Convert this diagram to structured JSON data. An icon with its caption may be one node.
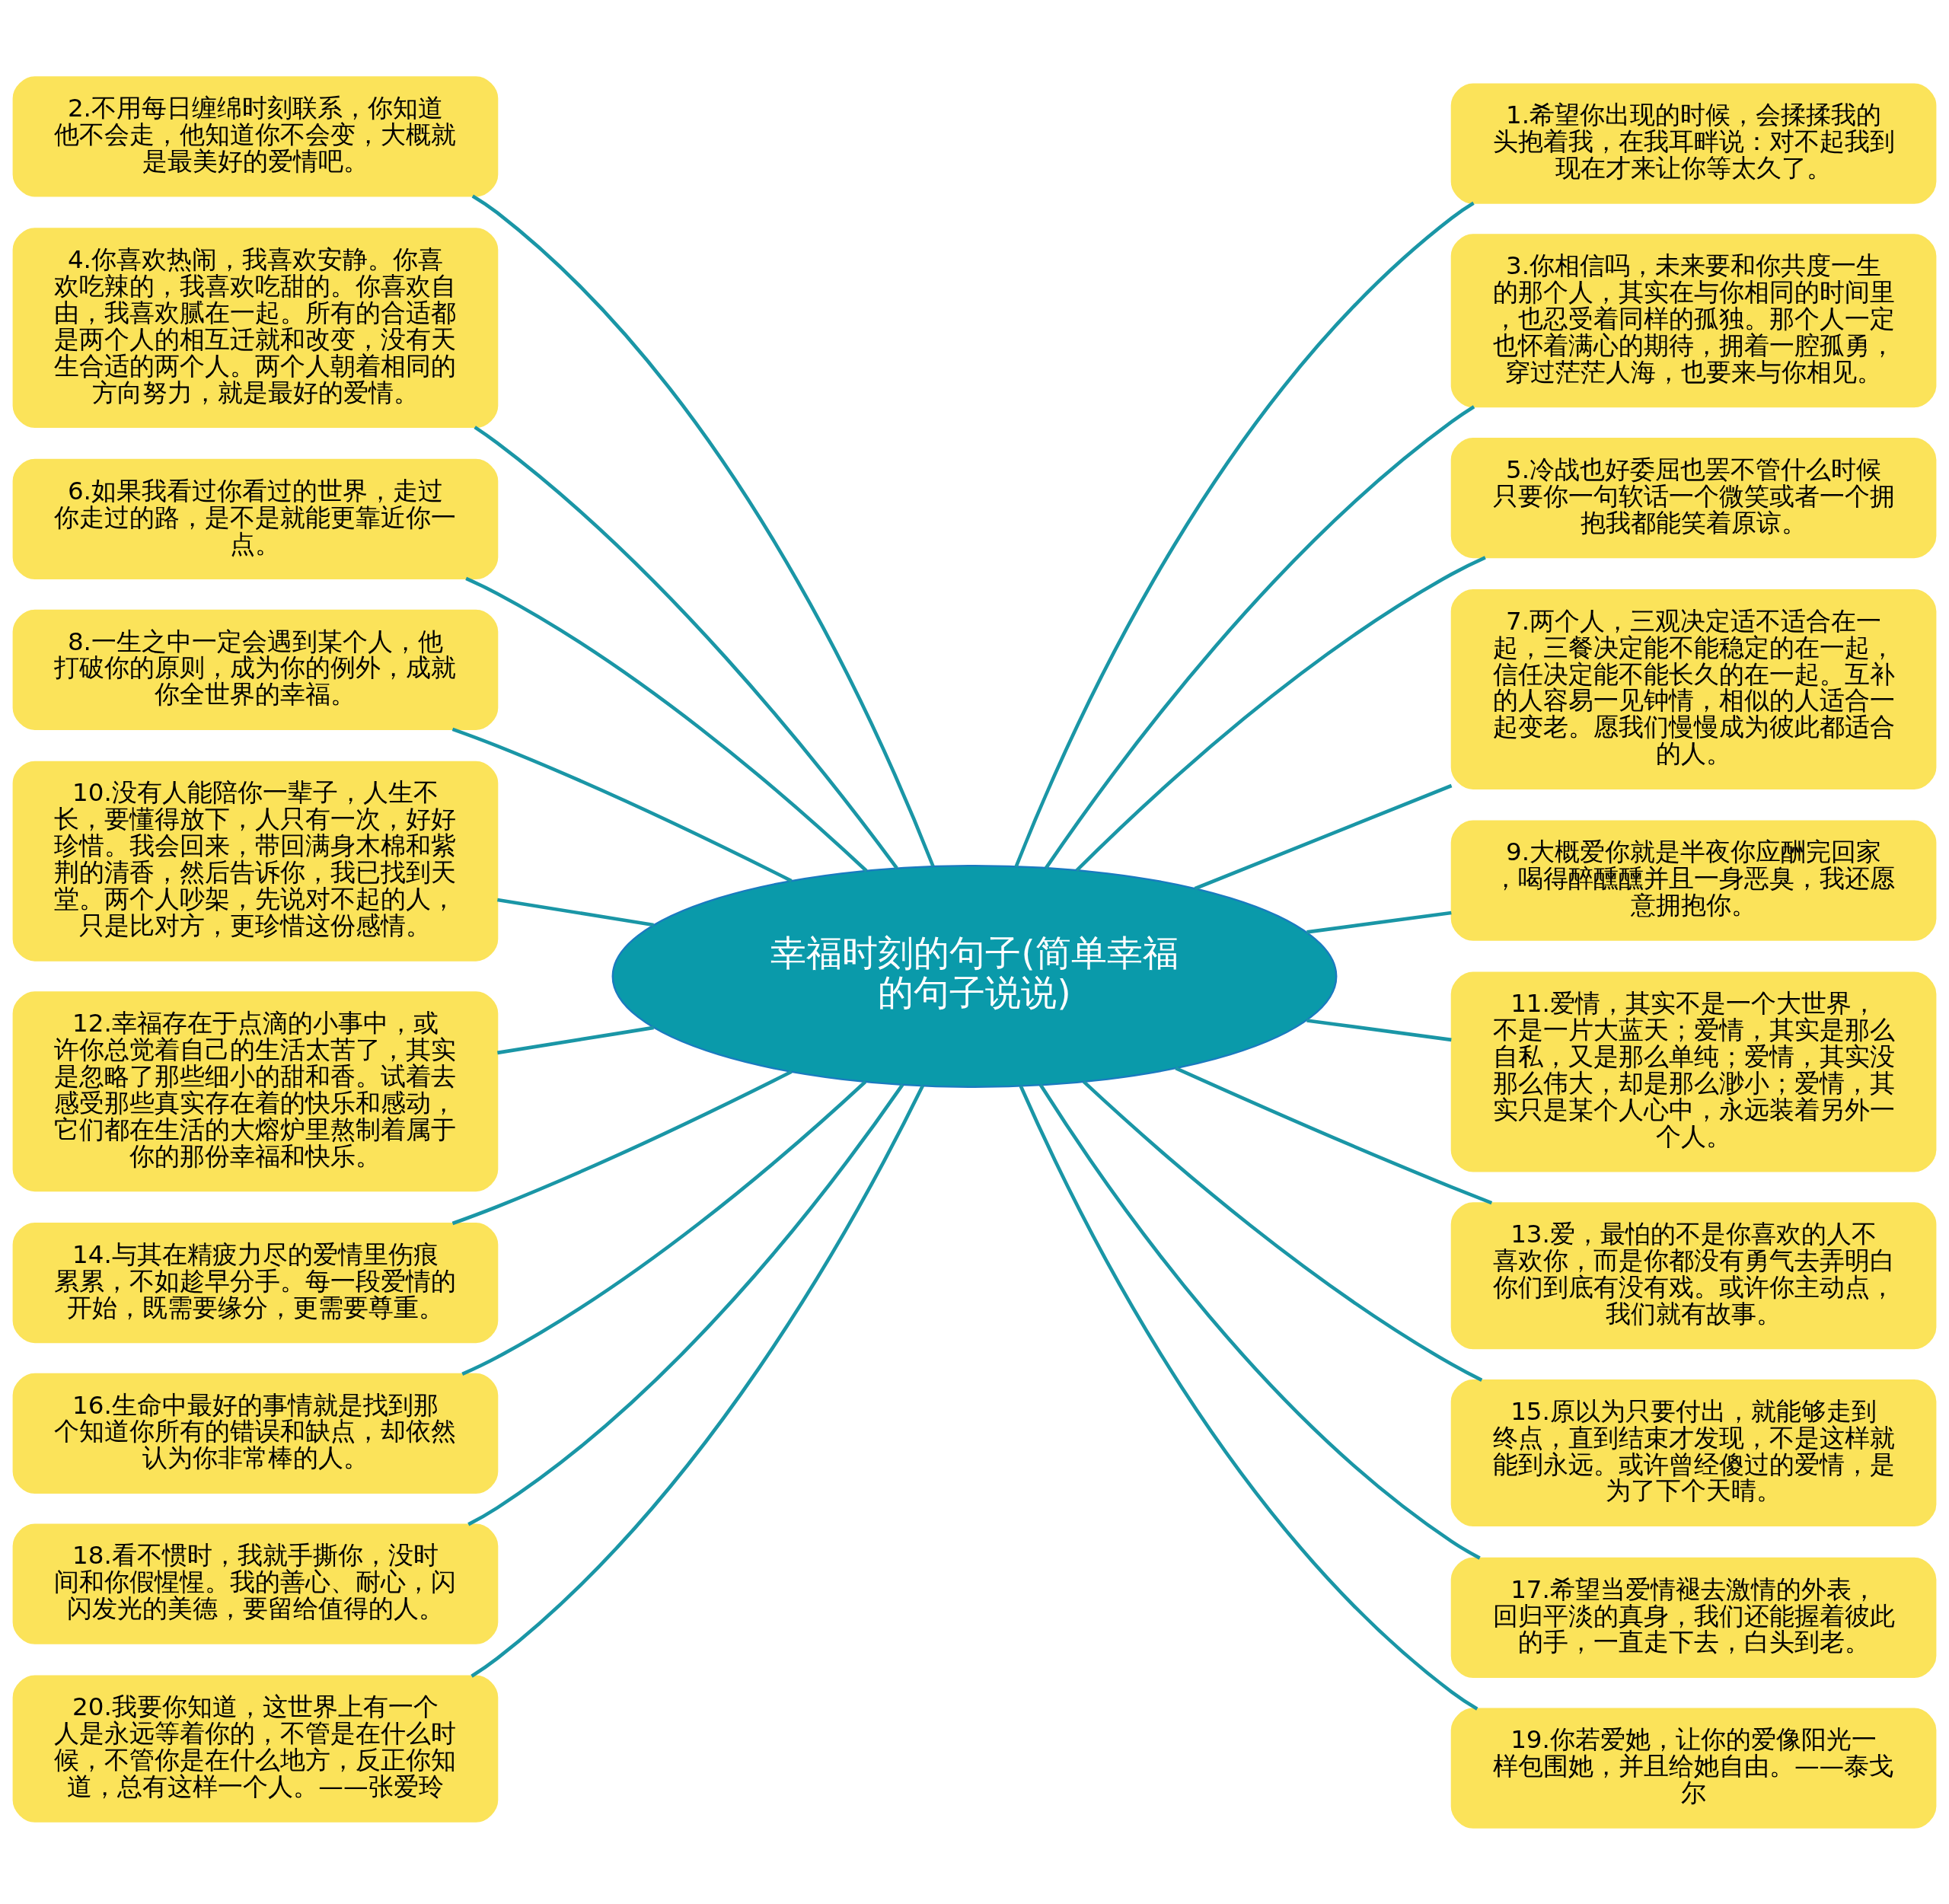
{
  "diagram": {
    "nodes": [
      {
        "text": [
          "幸福时刻的句子(简单幸福的句子说说)"
        ]
      },
      {
        "text": [
          "1.希望你出现的时候，会揉揉我的头抱着我，在我耳畔说：对不起我到现在才来让你等太久了。"
        ]
      },
      {
        "text": [
          "2.不用每日缠绵时刻联系，你知道他不会走，他知道你不会变，大概就是最美好的爱情吧。"
        ]
      },
      {
        "text": [
          "3.你相信吗，未来要和你共度一生的那个人，其实在与你相同的时间里，也忍受着同样的孤独。那个人一定也怀着满心的期待，拥着一腔孤勇，穿过茫茫人海，也要来与你相见。"
        ]
      },
      {
        "text": [
          "4.你喜欢热闹，我喜欢安静。你喜欢吃辣的，我喜欢吃甜的。你喜欢自由，我喜欢腻在一起。所有的合适都是两个人的相互迁就和改变，没有天生合适的两个人。两个人朝着相同的方向努力，就是最好的爱情。"
        ]
      },
      {
        "text": [
          "5.冷战也好委屈也罢不管什么时候只要你一句软话一个微笑或者一个拥抱我都能笑着原谅。"
        ]
      },
      {
        "text": [
          "6.如果我看过你看过的世界，走过你走过的路，是不是就能更靠近你一点。"
        ]
      },
      {
        "text": [
          "7.两个人，三观决定适不适合在一起，三餐决定能不能稳定的在一起，信任决定能不能长久的在一起。互补的人容易一见钟情，相似的人适合一起变老。愿我们慢慢成为彼此都适合的人。"
        ]
      },
      {
        "text": [
          "8.一生之中一定会遇到某个人，他打破你的原则，成为你的例外，成就你全世界的幸福。"
        ]
      },
      {
        "text": [
          "9.大概爱你就是半夜你应酬完回家，喝得醉醺醺并且一身恶臭，我还愿意拥抱你。"
        ]
      },
      {
        "text": [
          "10.没有人能陪你一辈子，人生不长，要懂得放下，人只有一次，好好珍惜。我会回来，带回满身木棉和紫荆的清香，然后告诉你，我已找到天堂。两个人吵架，先说对不起的人，只是比对方，更珍惜这份感情。"
        ]
      },
      {
        "text": [
          "11.爱情，其实不是一个大世界，不是一片大蓝天；爱情，其实是那么自私，又是那么单纯；爱情，其实没那么伟大，却是那么渺小；爱情，其实只是某个人心中，永远装着另外一个人。"
        ]
      },
      {
        "text": [
          "12.幸福存在于点滴的小事中，或许你总觉着自己的生活太苦了，其实是忽略了那些细小的甜和香。试着去感受那些真实存在着的快乐和感动，它们都在生活的大熔炉里熬制着属于你的那份幸福和快乐。"
        ]
      },
      {
        "text": [
          "13.爱，最怕的不是你喜欢的人不喜欢你，而是你都没有勇气去弄明白你们到底有没有戏。或许你主动点，我们就有故事。"
        ]
      },
      {
        "text": [
          "14.与其在精疲力尽的爱情里伤痕累累，不如趁早分手。每一段爱情的开始，既需要缘分，更需要尊重。"
        ]
      },
      {
        "text": [
          "15.原以为只要付出，就能够走到终点，直到结束才发现，不是这样就能到永远。或许曾经傻过的爱情，是为了下个天晴。"
        ]
      },
      {
        "text": [
          "16.生命中最好的事情就是找到那个知道你所有的错误和缺点，却依然认为你非常棒的人。"
        ]
      },
      {
        "text": [
          "17.希望当爱情褪去激情的外表，回归平淡的真身，我们还能握着彼此的手，一直走下去，白头到老。"
        ]
      },
      {
        "text": [
          "18.看不惯时，我就手撕你，没时间和你假惺惺。我的善心、耐心，闪闪发光的美德，要留给值得的人。"
        ]
      },
      {
        "text": [
          "19.你若爱她，让你的爱像阳光一样包围她，并且给她自由。——泰戈尔"
        ]
      },
      {
        "text": [
          "20.我要你知道，这世界上有一个人是永远等着你的，不管是在什么时候，不管你是在什么地方，反正你知道，总有这样一个人。——张爱玲"
        ]
      }
    ],
    "edges": [
      {
        "from": 0,
        "to": 1,
        "arrow": "none"
      },
      {
        "from": 0,
        "to": 2,
        "arrow": "none"
      },
      {
        "from": 0,
        "to": 3,
        "arrow": "none"
      },
      {
        "from": 0,
        "to": 4,
        "arrow": "none"
      },
      {
        "from": 0,
        "to": 5,
        "arrow": "none"
      },
      {
        "from": 0,
        "to": 6,
        "arrow": "none"
      },
      {
        "from": 0,
        "to": 7,
        "arrow": "none"
      },
      {
        "from": 0,
        "to": 8,
        "arrow": "none"
      },
      {
        "from": 0,
        "to": 9,
        "arrow": "none"
      },
      {
        "from": 0,
        "to": 10,
        "arrow": "none"
      },
      {
        "from": 0,
        "to": 11,
        "arrow": "none"
      },
      {
        "from": 0,
        "to": 12,
        "arrow": "none"
      },
      {
        "from": 0,
        "to": 13,
        "arrow": "none"
      },
      {
        "from": 0,
        "to": 14,
        "arrow": "none"
      },
      {
        "from": 0,
        "to": 15,
        "arrow": "none"
      },
      {
        "from": 0,
        "to": 16,
        "arrow": "none"
      },
      {
        "from": 0,
        "to": 17,
        "arrow": "none"
      },
      {
        "from": 0,
        "to": 18,
        "arrow": "none"
      },
      {
        "from": 0,
        "to": 19,
        "arrow": "none"
      },
      {
        "from": 0,
        "to": 20,
        "arrow": "none"
      }
    ]
  }
}
